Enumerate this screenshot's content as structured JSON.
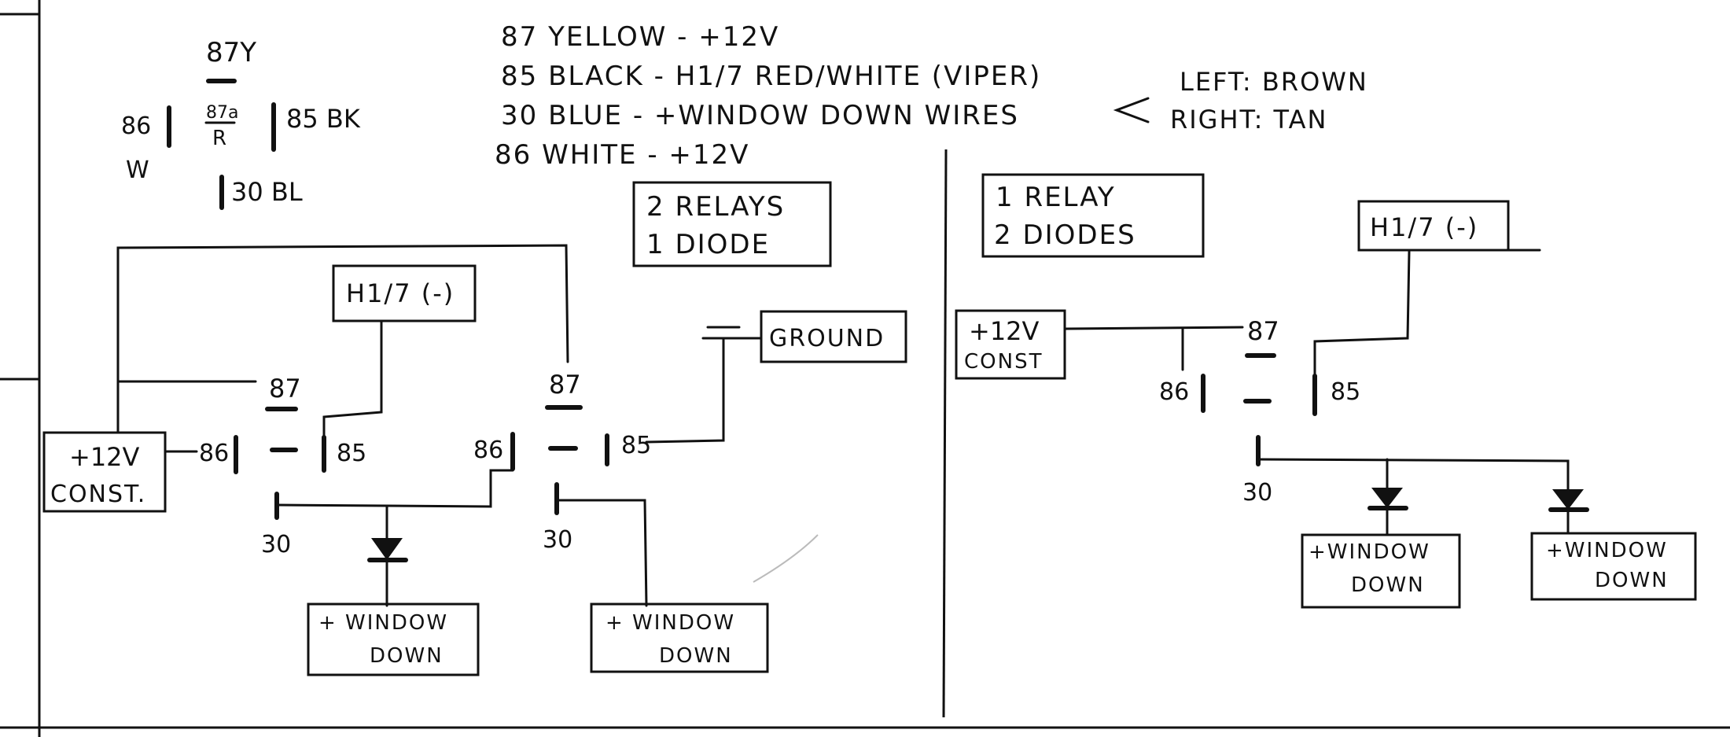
{
  "legend": {
    "relay_top": "87Y",
    "relay_left": "86",
    "relay_left_sub": "W",
    "relay_mid_top": "87a",
    "relay_mid_bottom": "R",
    "relay_right": "85 BK",
    "relay_bottom": "30 BL"
  },
  "notes": [
    "87 YELLOW - +12V",
    "85 BLACK - H1/7 RED/WHITE (VIPER)",
    "30 BLUE - +WINDOW DOWN WIRES",
    "86 WHITE - +12V"
  ],
  "wire_colors": {
    "left": "LEFT: BROWN",
    "right": "RIGHT: TAN"
  },
  "left_scheme": {
    "title_line1": "2 RELAYS",
    "title_line2": "1 DIODE",
    "h17_label": "H1/7 (-)",
    "ground_label": "GROUND",
    "const_line1": "+12V",
    "const_line2": "CONST.",
    "window_line1": "+ WINDOW",
    "window_line2": "DOWN",
    "relay1": {
      "p87": "87",
      "p86": "86",
      "p85": "85",
      "p30": "30"
    },
    "relay2": {
      "p87": "87",
      "p86": "86",
      "p85": "85",
      "p30": "30"
    }
  },
  "right_scheme": {
    "title_line1": "1 RELAY",
    "title_line2": "2 DIODES",
    "h17_label": "H1/7 (-)",
    "const_line1": "+12V",
    "const_line2": "CONST",
    "window_line1": "+WINDOW",
    "window_line2": "DOWN",
    "relay": {
      "p87": "87",
      "p86": "86",
      "p85": "85",
      "p30": "30"
    }
  }
}
